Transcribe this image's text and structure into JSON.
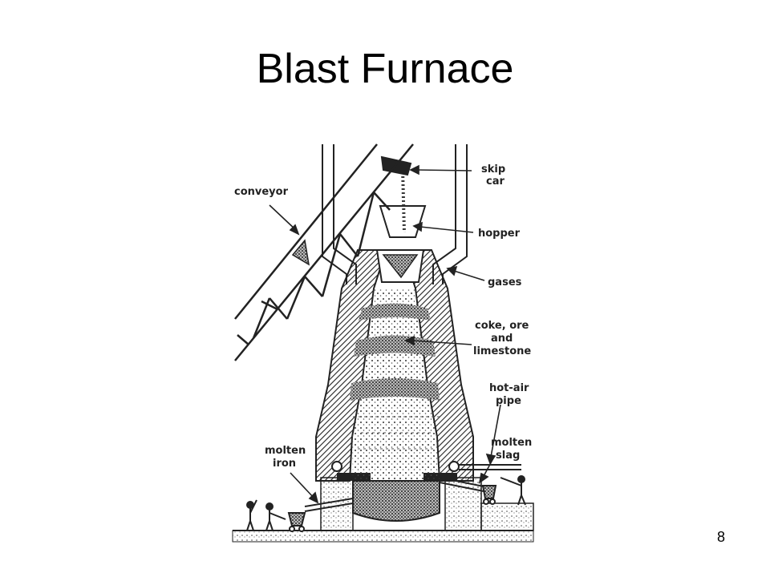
{
  "slide": {
    "title": "Blast Furnace",
    "page_number": "8"
  },
  "diagram": {
    "labels": {
      "conveyor": "conveyor",
      "skip_car": [
        "skip",
        "car"
      ],
      "hopper": "hopper",
      "gases": "gases",
      "coke_ore_limestone": [
        "coke, ore",
        "and",
        "limestone"
      ],
      "hot_air_pipe": [
        "hot-air",
        "pipe"
      ],
      "molten_slag": [
        "molten",
        "slag"
      ],
      "molten_iron": [
        "molten",
        "iron"
      ]
    }
  }
}
